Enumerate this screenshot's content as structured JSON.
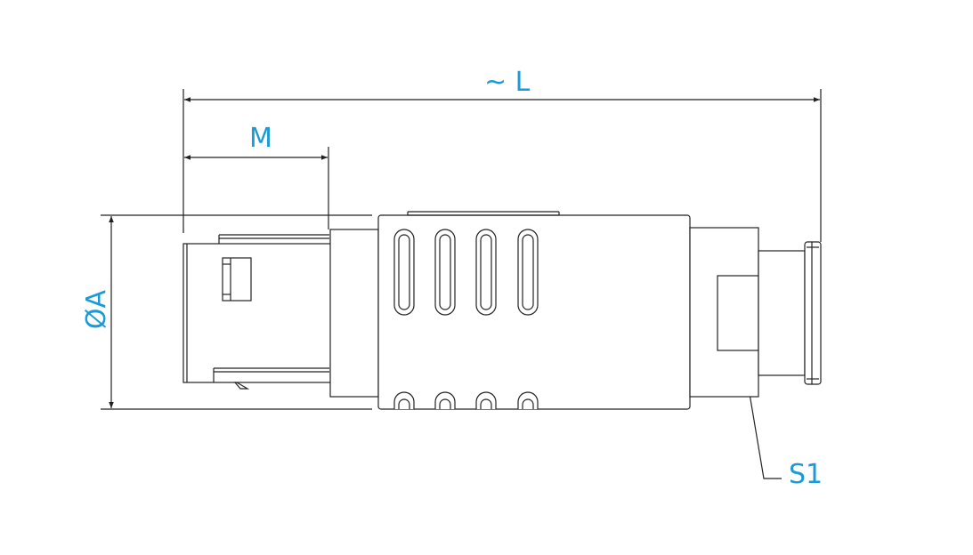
{
  "labels": {
    "length": "~ L",
    "m": "M",
    "diameter": "ØA",
    "s1": "S1"
  },
  "colors": {
    "label": "#1a9ad6",
    "line": "#222222",
    "background": "#ffffff"
  }
}
